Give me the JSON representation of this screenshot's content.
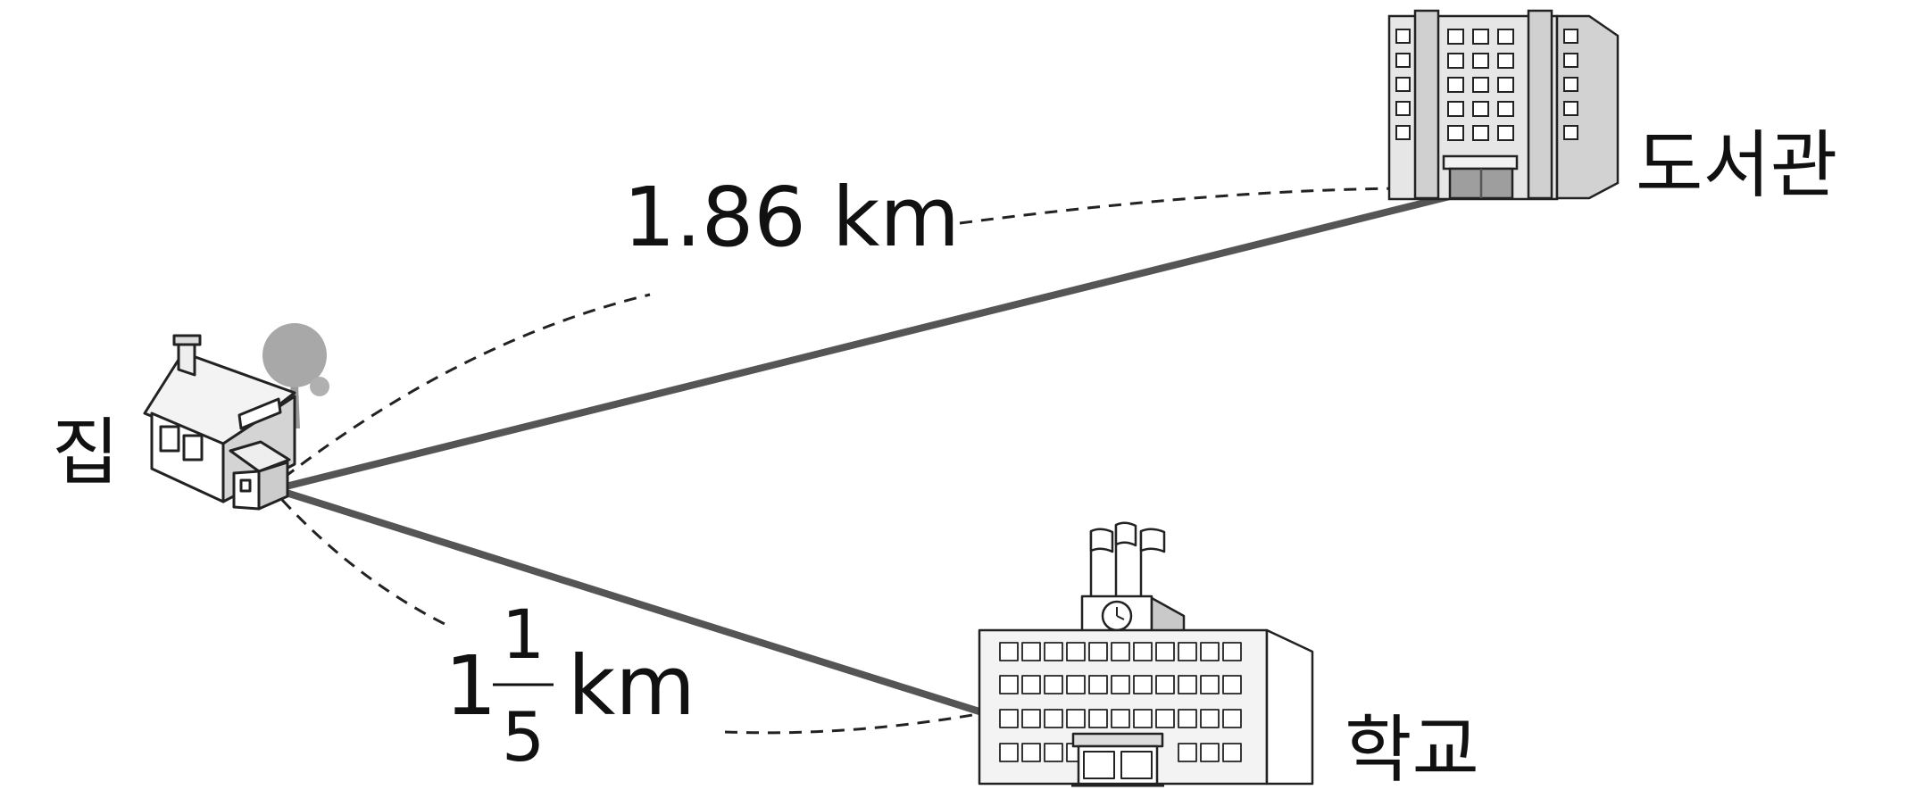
{
  "places": {
    "home": "집",
    "library": "도서관",
    "school": "학교"
  },
  "distances": {
    "library": {
      "text": "1.86 km"
    },
    "school": {
      "whole": "1",
      "numerator": "1",
      "denominator": "5",
      "unit": "km"
    }
  },
  "icons": {
    "home": "house-icon",
    "library": "office-building-icon",
    "school": "school-building-icon"
  },
  "colors": {
    "route_line": "#555555",
    "dashed_arc": "#222222",
    "building_fill": "#e6e6e6",
    "outline": "#222222"
  }
}
